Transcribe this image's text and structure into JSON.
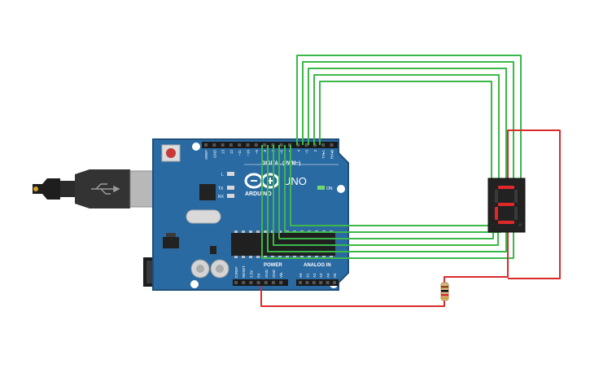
{
  "board": {
    "brand": "ARDUINO",
    "model": "UNO",
    "digital_label": "DIGITAL (PWM~)",
    "power_label": "POWER",
    "analog_label": "ANALOG IN",
    "on_label": "ON",
    "led_l": "L",
    "led_tx": "TX",
    "led_rx": "RX",
    "top_pins": [
      "AREF",
      "GND",
      "13",
      "12",
      "~11",
      "~10",
      "~9",
      "8",
      "7",
      "~6",
      "~5",
      "4",
      "~3",
      "2",
      "TX▸1",
      "RX◂0"
    ],
    "power_pins": [
      "IOREF",
      "RESET",
      "3.3V",
      "5V",
      "GND",
      "GND",
      "Vin"
    ],
    "analog_pins": [
      "A0",
      "A1",
      "A2",
      "A3",
      "A4",
      "A5"
    ]
  },
  "colors": {
    "board": "#2a6aa2",
    "board_edge": "#1f4f7a",
    "wire_green": "#3cb84a",
    "wire_red": "#d92b2b",
    "segment_on": "#e0272a",
    "segment_off": "#3a3a3a",
    "display_body": "#222222"
  },
  "icons": {
    "usb": "usb-icon",
    "arduino_logo": "arduino-infinity-icon"
  }
}
